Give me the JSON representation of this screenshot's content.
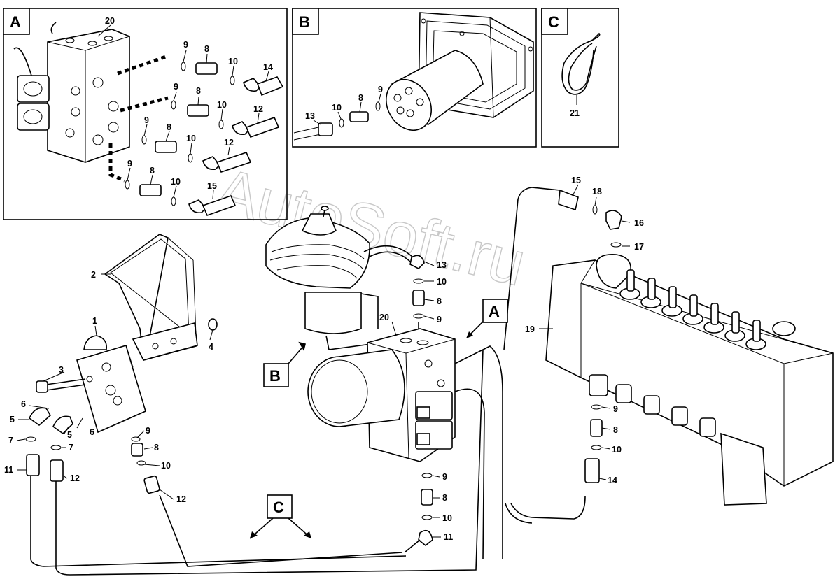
{
  "watermark": "AutoSoft.ru",
  "detail_tags": {
    "a": "A",
    "b": "B",
    "c": "C"
  },
  "callouts": {
    "a20": "20",
    "a9a": "9",
    "a8a": "8",
    "a10a": "10",
    "a14": "14",
    "a9b": "9",
    "a8b": "8",
    "a10b": "10",
    "a12a": "12",
    "a9c": "9",
    "a8c": "8",
    "a10c": "10",
    "a12b": "12",
    "a9d": "9",
    "a8d": "8",
    "a10d": "10",
    "a15": "15",
    "b13": "13",
    "b10": "10",
    "b8": "8",
    "b9": "9",
    "c21": "21",
    "m2": "2",
    "m1": "1",
    "m4": "4",
    "m3": "3",
    "m6a": "6",
    "m6b": "6",
    "m5a": "5",
    "m5b": "5",
    "m7a": "7",
    "m7b": "7",
    "m11a": "11",
    "m12a": "12",
    "m9a": "9",
    "m8a": "8",
    "m10a": "10",
    "m12b": "12",
    "j13": "13",
    "j10": "10",
    "j8": "8",
    "j9": "9",
    "j20": "20",
    "v9": "9",
    "v8": "8",
    "v10": "10",
    "v11": "11",
    "r15": "15",
    "r18": "18",
    "r16": "16",
    "r17": "17",
    "r19": "19",
    "r9": "9",
    "r8": "8",
    "r10": "10",
    "r14": "14"
  }
}
